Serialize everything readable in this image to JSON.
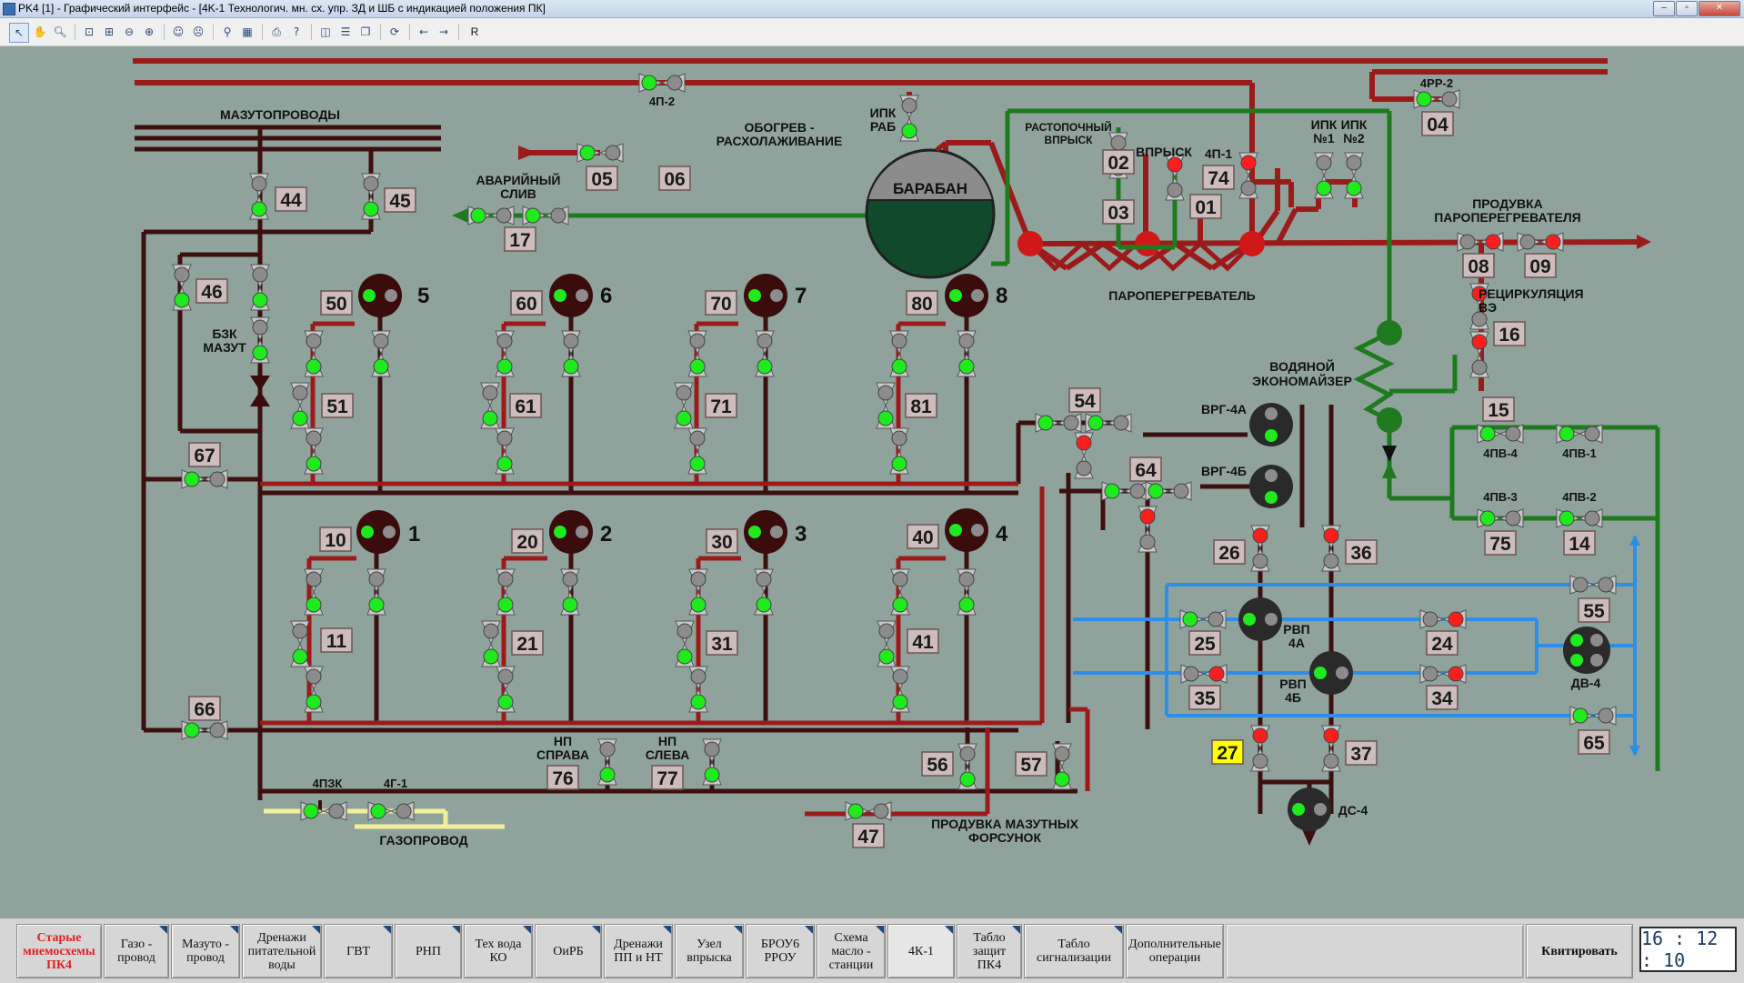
{
  "window": {
    "title": "PK4 [1] - Графический интерфейс - [4K-1 Технологич. мн. сх. упр. ЗД и ШБ с индикацией положения ПК]",
    "minimize": "–",
    "restore": "▫",
    "close": "✕"
  },
  "toolbar": {
    "r_label": "R"
  },
  "diagram": {
    "labels": {
      "mazut": "МАЗУТОПРОВОДЫ",
      "obogrev1": "ОБОГРЕВ -",
      "obogrev2": "РАСХОЛАЖИВАНИЕ",
      "avar1": "АВАРИЙНЫЙ",
      "avar2": "СЛИВ",
      "ipk1": "ИПК",
      "ipk2": "РАБ",
      "baraban": "БАРАБАН",
      "rast1": "РАСТОПОЧНЫЙ",
      "rast2": "ВПРЫСК",
      "vprysk": "ВПРЫСК",
      "ipk_n1a": "ИПК",
      "ipk_n1b": "№1",
      "ipk_n2a": "ИПК",
      "ipk_n2b": "№2",
      "produvka_pp1": "ПРОДУВКА",
      "produvka_pp2": "ПАРОПЕРЕГРЕВАТЕЛЯ",
      "paroperegrevatel": "ПАРОПЕРЕГРЕВАТЕЛЬ",
      "recirc1": "РЕЦИРКУЛЯЦИЯ",
      "recirc2": "ВЭ",
      "vodek1": "ВОДЯНОЙ",
      "vodek2": "ЭКОНОМАЙЗЕР",
      "bzk1": "БЗК",
      "bzk2": "МАЗУТ",
      "vrg4a": "ВРГ-4А",
      "vrg4b": "ВРГ-4Б",
      "rvp4a1": "РВП",
      "rvp4a2": "4А",
      "rvp4b1": "РВП",
      "rvp4b2": "4Б",
      "dv4": "ДВ-4",
      "ds4": "ДС-4",
      "np_sprava1": "НП",
      "np_sprava2": "СПРАВА",
      "np_sleva1": "НП",
      "np_sleva2": "СЛЕВА",
      "produvka_mf1": "ПРОДУВКА МАЗУТНЫХ",
      "produvka_mf2": "ФОРСУНОК",
      "gazoprovod": "ГАЗОПРОВОД",
      "4p2": "4П-2",
      "4rr2": "4РР-2",
      "4p1": "4П-1",
      "4pv4": "4ПВ-4",
      "4pv1": "4ПВ-1",
      "4pv3": "4ПВ-3",
      "4pv2": "4ПВ-2",
      "4pzk": "4ПЗК",
      "4g1": "4Г-1"
    },
    "num_boxes": {
      "n05": "05",
      "n06": "06",
      "n17": "17",
      "n44": "44",
      "n45": "45",
      "n46": "46",
      "n02": "02",
      "n03": "03",
      "n01": "01",
      "n74": "74",
      "n04": "04",
      "n08": "08",
      "n09": "09",
      "n16": "16",
      "n15": "15",
      "n75": "75",
      "n14": "14",
      "n50": "50",
      "n60": "60",
      "n70": "70",
      "n80": "80",
      "n51": "51",
      "n61": "61",
      "n71": "71",
      "n81": "81",
      "n67": "67",
      "n54": "54",
      "n64": "64",
      "n10": "10",
      "n20": "20",
      "n30": "30",
      "n40": "40",
      "n11": "11",
      "n21": "21",
      "n31": "31",
      "n41": "41",
      "n66": "66",
      "n76": "76",
      "n77": "77",
      "n56": "56",
      "n57": "57",
      "n47": "47",
      "n26": "26",
      "n36": "36",
      "n25": "25",
      "n24": "24",
      "n35": "35",
      "n34": "34",
      "n55": "55",
      "n65": "65",
      "n27": "27",
      "n37": "37"
    },
    "burners": {
      "b5": "5",
      "b6": "6",
      "b7": "7",
      "b8": "8",
      "b1": "1",
      "b2": "2",
      "b3": "3",
      "b4": "4"
    },
    "colors": {
      "background": "#8fa39c",
      "pipe_red": "#9b1b1b",
      "pipe_dark": "#3d1010",
      "pipe_green": "#1f7a1f",
      "pipe_blue": "#2d8ee8",
      "pipe_yellow": "#f0f09a",
      "lamp_green": "#1eea1e",
      "lamp_red": "#ff1e1e",
      "lamp_gray": "#8c8c8c",
      "highlight": "#ffff00"
    }
  },
  "nav": {
    "b1": "Старые\nмнемосхемы\nПК4",
    "b2": "Газо -\nпровод",
    "b3": "Мазуто -\nпровод",
    "b4": "Дренажи\nпитательной\nводы",
    "b5": "ГВТ",
    "b6": "РНП",
    "b7": "Тех вода\nКО",
    "b8": "ОиРБ",
    "b9": "Дренажи\nПП и НТ",
    "b10": "Узел\nвпрыска",
    "b11": "БРОУ6\nРРОУ",
    "b12": "Схема\nмасло -\nстанции",
    "b13": "4К-1",
    "b14": "Табло\nзащит\nПК4",
    "b15": "Табло\nсигнализации",
    "b16": "Дополнительные\nоперации",
    "kvit": "Квитировать",
    "clock": "16 : 12 : 10"
  }
}
